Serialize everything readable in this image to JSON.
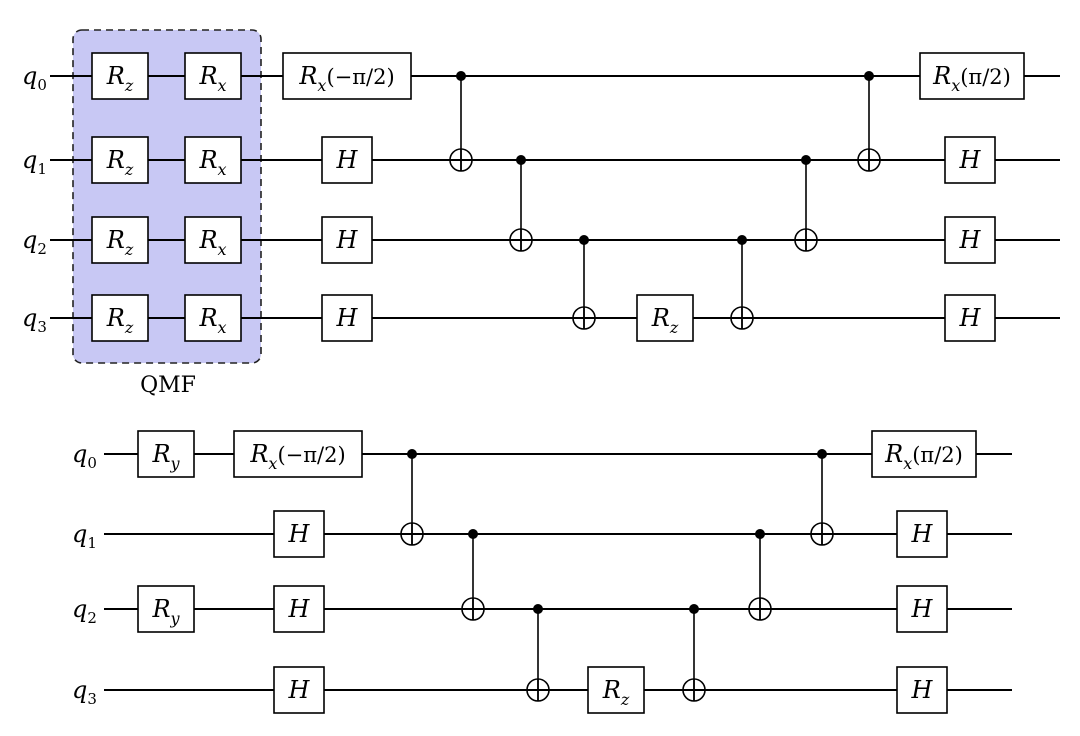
{
  "circuits": [
    {
      "wire_labels": [
        {
          "base": "q",
          "sub": "0"
        },
        {
          "base": "q",
          "sub": "1"
        },
        {
          "base": "q",
          "sub": "2"
        },
        {
          "base": "q",
          "sub": "3"
        }
      ],
      "group": {
        "label": "QMF",
        "color": "#c8c8f4"
      },
      "gates": [
        {
          "name": "R",
          "sub": "z",
          "wire": 0
        },
        {
          "name": "R",
          "sub": "x",
          "wire": 0
        },
        {
          "name": "R",
          "sub": "z",
          "wire": 1
        },
        {
          "name": "R",
          "sub": "x",
          "wire": 1
        },
        {
          "name": "R",
          "sub": "z",
          "wire": 2
        },
        {
          "name": "R",
          "sub": "x",
          "wire": 2
        },
        {
          "name": "R",
          "sub": "z",
          "wire": 3
        },
        {
          "name": "R",
          "sub": "x",
          "wire": 3
        },
        {
          "name": "R",
          "sub": "x",
          "arg": "(−π/2)",
          "wire": 0
        },
        {
          "name": "H",
          "wire": 1
        },
        {
          "name": "H",
          "wire": 2
        },
        {
          "name": "H",
          "wire": 3
        },
        {
          "name": "R",
          "sub": "z",
          "wire": 3
        },
        {
          "name": "R",
          "sub": "x",
          "arg": "(π/2)",
          "wire": 0
        },
        {
          "name": "H",
          "wire": 1
        },
        {
          "name": "H",
          "wire": 2
        },
        {
          "name": "H",
          "wire": 3
        }
      ],
      "cnots": [
        {
          "control": 0,
          "target": 1
        },
        {
          "control": 1,
          "target": 2
        },
        {
          "control": 2,
          "target": 3
        },
        {
          "control": 2,
          "target": 3
        },
        {
          "control": 1,
          "target": 2
        },
        {
          "control": 0,
          "target": 1
        }
      ]
    },
    {
      "wire_labels": [
        {
          "base": "q",
          "sub": "0"
        },
        {
          "base": "q",
          "sub": "1"
        },
        {
          "base": "q",
          "sub": "2"
        },
        {
          "base": "q",
          "sub": "3"
        }
      ],
      "gates": [
        {
          "name": "R",
          "sub": "y",
          "wire": 0
        },
        {
          "name": "R",
          "sub": "y",
          "wire": 2
        },
        {
          "name": "R",
          "sub": "x",
          "arg": "(−π/2)",
          "wire": 0
        },
        {
          "name": "H",
          "wire": 1
        },
        {
          "name": "H",
          "wire": 2
        },
        {
          "name": "H",
          "wire": 3
        },
        {
          "name": "R",
          "sub": "z",
          "wire": 3
        },
        {
          "name": "R",
          "sub": "x",
          "arg": "(π/2)",
          "wire": 0
        },
        {
          "name": "H",
          "wire": 1
        },
        {
          "name": "H",
          "wire": 2
        },
        {
          "name": "H",
          "wire": 3
        }
      ],
      "cnots": [
        {
          "control": 0,
          "target": 1
        },
        {
          "control": 1,
          "target": 2
        },
        {
          "control": 2,
          "target": 3
        },
        {
          "control": 2,
          "target": 3
        },
        {
          "control": 1,
          "target": 2
        },
        {
          "control": 0,
          "target": 1
        }
      ]
    }
  ]
}
